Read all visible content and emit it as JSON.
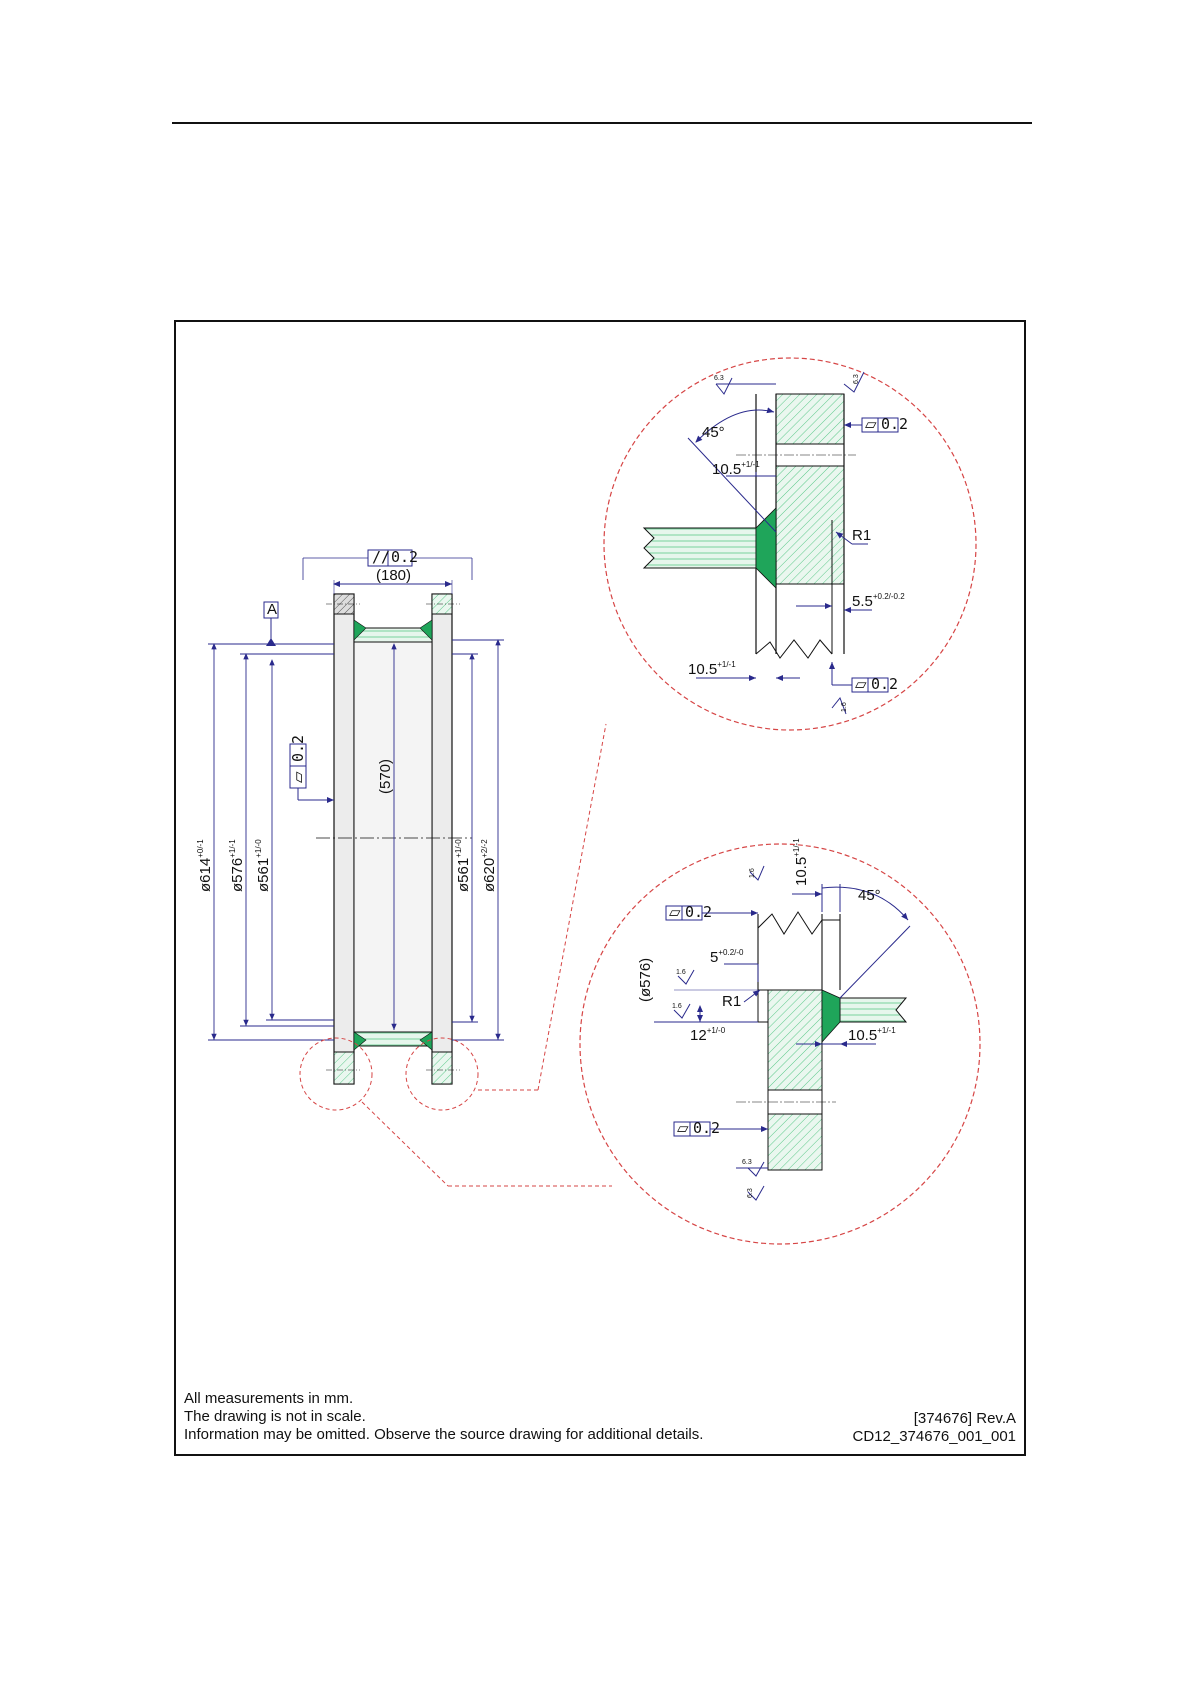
{
  "drawing": {
    "id": "[374676] Rev.A",
    "file": "CD12_374676_001_001",
    "notes": [
      "All measurements in mm.",
      "The drawing is not in scale.",
      "Information may be omitted. Observe the source drawing for additional details."
    ],
    "main_view": {
      "width_ref": "(180)",
      "length_ref": "(570)",
      "parallelism": {
        "symbol": "//",
        "value": "0.2"
      },
      "flatness": {
        "symbol": "▱",
        "value": "0.2"
      },
      "datum": "A",
      "dia_614": {
        "base": "ø614",
        "tol": "+0/-1"
      },
      "dia_576": {
        "base": "ø576",
        "tol": "+1/-1"
      },
      "dia_561_left": {
        "base": "ø561",
        "tol": "+1/-0"
      },
      "dia_561_right": {
        "base": "ø561",
        "tol": "+1/-0"
      },
      "dia_620": {
        "base": "ø620",
        "tol": "+2/-2"
      }
    },
    "detail_top": {
      "angle": "45°",
      "weld_top": {
        "base": "10.5",
        "tol": "+1/-1"
      },
      "weld_bottom": {
        "base": "10.5",
        "tol": "+1/-1"
      },
      "radius": "R1",
      "groove": {
        "base": "5.5",
        "tol": "+0.2/-0.2"
      },
      "flatness_top": "0.2",
      "flatness_bottom": "0.2",
      "rough_63": "6.3",
      "rough_16": "1.6"
    },
    "detail_bottom": {
      "angle": "45°",
      "weld_vertical": {
        "base": "10.5",
        "tol": "+1/-1"
      },
      "weld_right": {
        "base": "10.5",
        "tol": "+1/-1"
      },
      "dia_576_ref": "(ø576)",
      "step": {
        "base": "5",
        "tol": "+0.2/-0"
      },
      "radius": "R1",
      "offset": {
        "base": "12",
        "tol": "+1/-0"
      },
      "flatness_top": "0.2",
      "flatness_bottom": "0.2",
      "rough_63": "6.3",
      "rough_16": "1.6"
    },
    "colors": {
      "line": "#111111",
      "dim": "#2a2a8c",
      "weld": "#1fa55a",
      "hatch": "#5cc98a",
      "detail": "#d64545"
    }
  }
}
